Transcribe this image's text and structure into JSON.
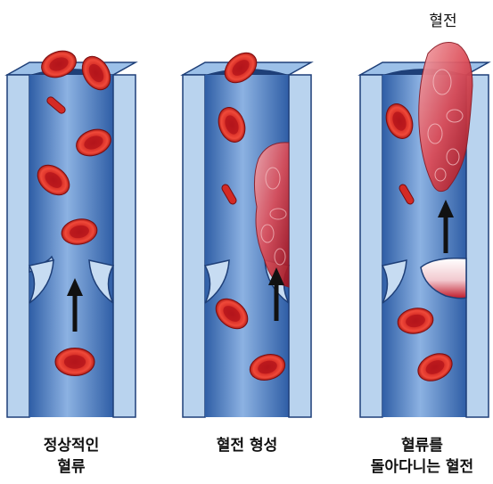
{
  "labels": {
    "clot_top": "혈전",
    "panel1_line1": "정상적인",
    "panel1_line2": "혈류",
    "panel2_line1": "혈전 형성",
    "panel3_line1": "혈류를",
    "panel3_line2": "돌아다니는 혈전"
  },
  "colors": {
    "vessel_wall": "#b9d3ee",
    "vessel_outline": "#1e3f78",
    "lumen_dark": "#3b6bb0",
    "lumen_light": "#7ea6dc",
    "rbc": "#d7261e",
    "clot": "#e1616a",
    "arrow": "#111111"
  }
}
